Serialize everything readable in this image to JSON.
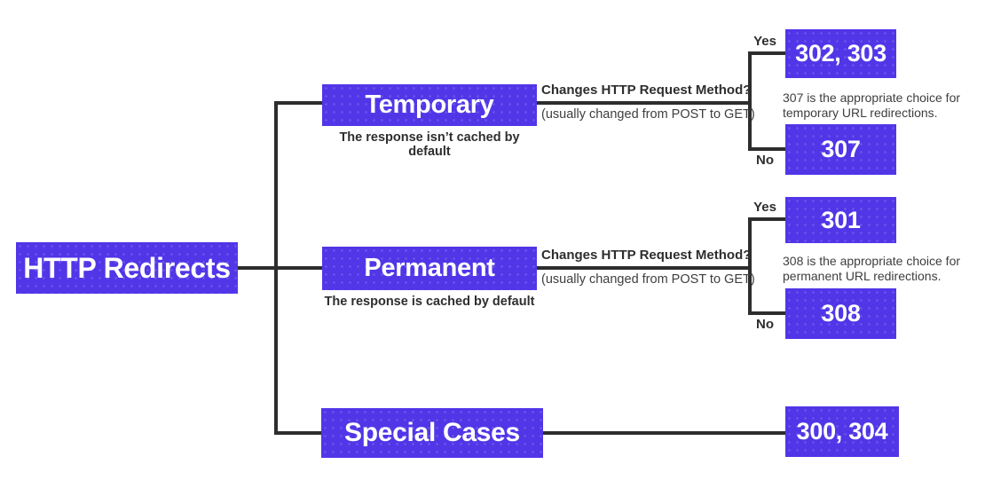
{
  "diagram": {
    "title_node": {
      "label": "HTTP Redirects"
    },
    "colors": {
      "box_bg": "#5136E8",
      "box_text": "#FFFFFF",
      "line": "#2D2D2D",
      "dark_text": "#2E2E2E",
      "note_text": "#3E3E3E"
    },
    "rows": {
      "temporary": {
        "label": "Temporary",
        "caption": "The response isn’t cached by default",
        "question": "Changes HTTP Request Method?",
        "question_sub": "(usually changed from POST to GET)",
        "yes_label": "Yes",
        "no_label": "No",
        "yes_result": "302, 303",
        "no_result": "307",
        "note_line1": "307 is the appropriate choice for",
        "note_line2": "temporary URL redirections."
      },
      "permanent": {
        "label": "Permanent",
        "caption": "The response is cached by default",
        "question": "Changes HTTP Request Method?",
        "question_sub": "(usually changed from POST to GET)",
        "yes_label": "Yes",
        "no_label": "No",
        "yes_result": "301",
        "no_result": "308",
        "note_line1": "308 is the appropriate choice for",
        "note_line2": "permanent URL redirections."
      },
      "special": {
        "label": "Special Cases",
        "result": "300, 304"
      }
    }
  }
}
